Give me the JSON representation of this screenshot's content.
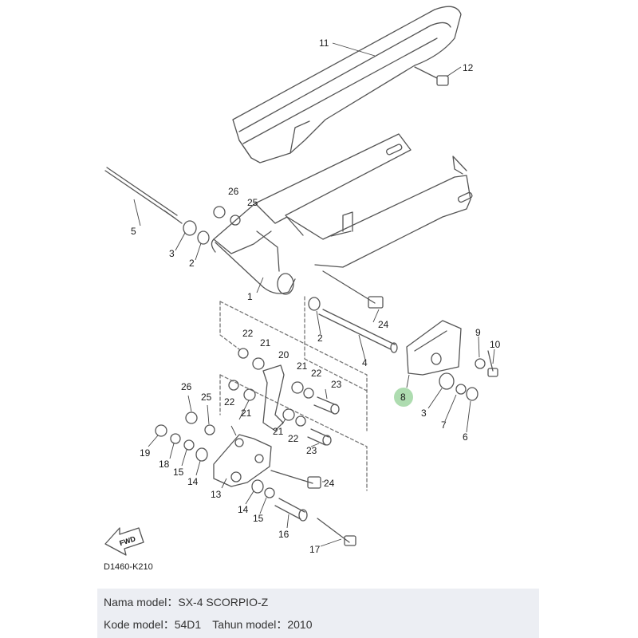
{
  "diagram": {
    "code": "D1460-K210",
    "fwd_label": "FWD",
    "highlight_color": "#6cc070",
    "labels": {
      "l11": "11",
      "l12": "12",
      "l26a": "26",
      "l25a": "25",
      "l5": "5",
      "l3a": "3",
      "l2a": "2",
      "l1": "1",
      "l2b": "2",
      "l24a": "24",
      "l4": "4",
      "l9": "9",
      "l10": "10",
      "l8": "8",
      "l3b": "3",
      "l7": "7",
      "l6": "6",
      "l22a": "22",
      "l21a": "21",
      "l20": "20",
      "l21b": "21",
      "l22b": "22",
      "l23a": "23",
      "l22c": "22",
      "l21c": "21",
      "l21d": "21",
      "l22d": "22",
      "l23b": "23",
      "l26b": "26",
      "l25b": "25",
      "l19": "19",
      "l18": "18",
      "l15a": "15",
      "l14a": "14",
      "l13": "13",
      "l24b": "24",
      "l14b": "14",
      "l15b": "15",
      "l16": "16",
      "l17": "17"
    }
  },
  "info": {
    "model_name_label": "Nama model",
    "model_name": "SX-4 SCORPIO-Z",
    "model_code_label": "Kode model",
    "model_code": "54D1",
    "year_label": "Tahun model",
    "year": "2010",
    "separator": "："
  }
}
